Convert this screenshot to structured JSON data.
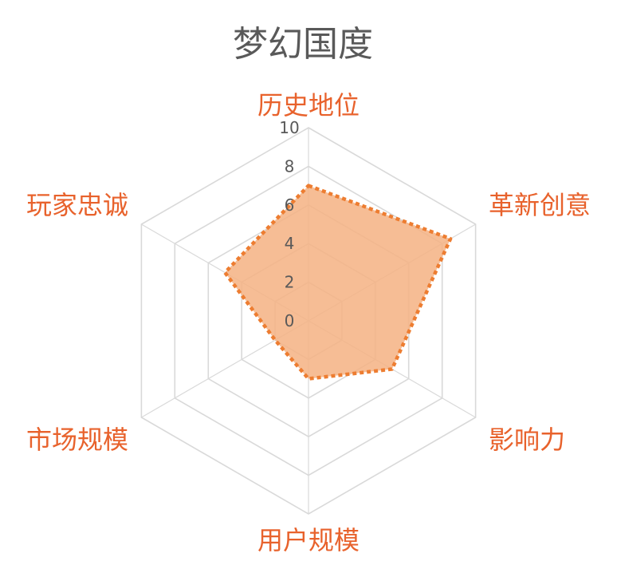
{
  "chart_data": {
    "type": "radar",
    "title": "梦幻国度",
    "categories": [
      "历史地位",
      "革新创意",
      "影响力",
      "用户规模",
      "市场规模",
      "玩家忠诚"
    ],
    "series": [
      {
        "values": [
          7,
          8.5,
          5,
          3,
          2,
          5
        ]
      }
    ],
    "rlim": [
      0,
      10
    ],
    "ticks": [
      0,
      2,
      4,
      6,
      8,
      10
    ],
    "grid": true,
    "legend": "none"
  },
  "colors": {
    "area_fill": "#f4b183",
    "area_line": "#ed7d31",
    "grid": "#d9d9d9",
    "category_label": "#e8622c",
    "title": "#595959",
    "tick_label": "#595959"
  }
}
